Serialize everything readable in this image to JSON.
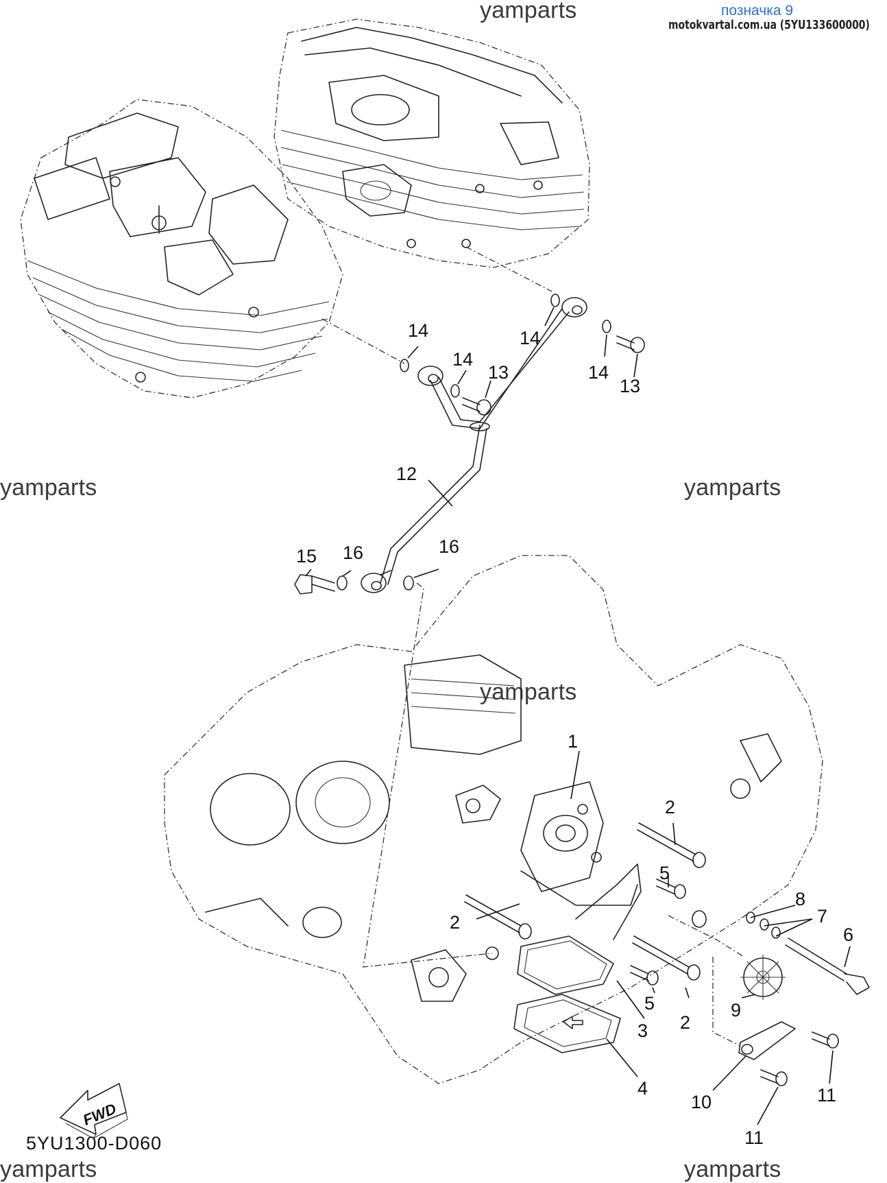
{
  "header": {
    "mark_label": "позначка 9",
    "site_label": "motokvartal.com.ua (5YU133600000)"
  },
  "watermarks": [
    "yamparts",
    "yamparts",
    "yamparts",
    "yamparts",
    "yamparts",
    "yamparts"
  ],
  "diagram_code": "5YU1300-D060",
  "fwd_label": "FWD",
  "callouts": [
    "1",
    "2",
    "2",
    "2",
    "3",
    "4",
    "5",
    "5",
    "6",
    "7",
    "8",
    "9",
    "10",
    "11",
    "11",
    "12",
    "13",
    "13",
    "14",
    "14",
    "14",
    "14",
    "15",
    "16",
    "16"
  ]
}
